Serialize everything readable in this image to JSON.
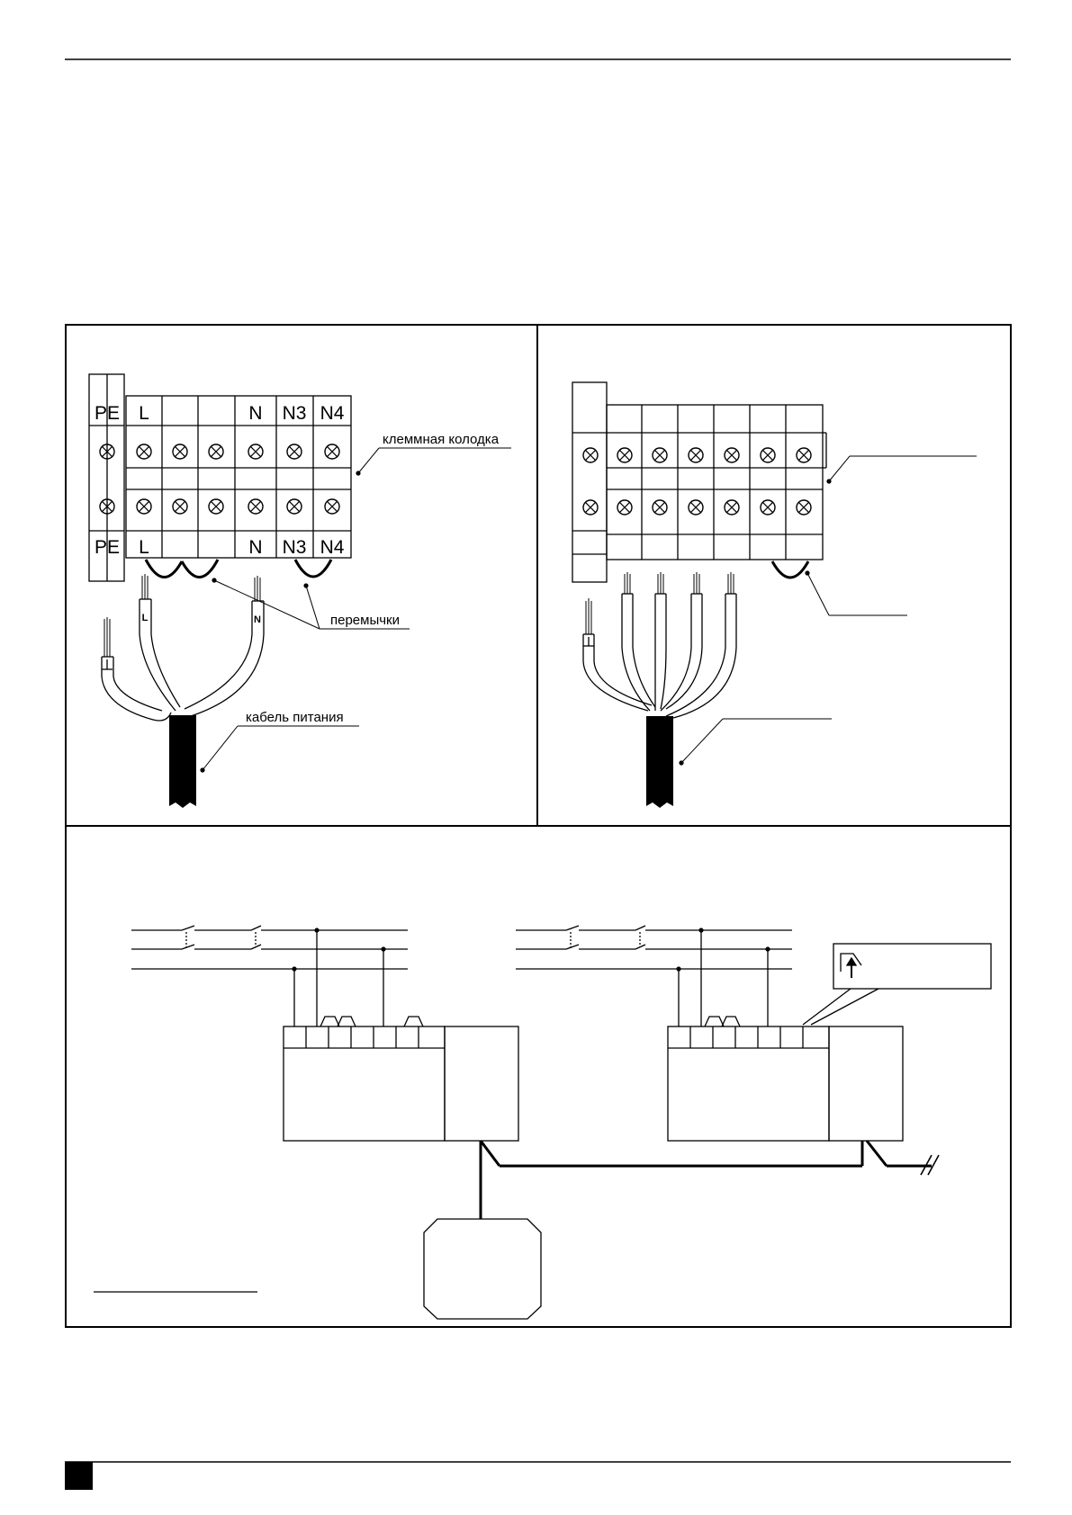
{
  "block1": {
    "top_terminals": [
      "PE",
      "L",
      "",
      "",
      "N",
      "N3",
      "N4"
    ],
    "bottom_terminals": [
      "PE",
      "L",
      "",
      "",
      "N",
      "N3",
      "N4"
    ],
    "wire_labels": {
      "line": "L",
      "neutral": "N"
    },
    "labels": {
      "terminal_block": "клеммная колодка",
      "jumpers": "перемычки",
      "power_cable": "кабель питания"
    }
  },
  "block2": {
    "top_terminals": [
      "",
      "",
      "",
      "",
      "",
      "",
      ""
    ],
    "bottom_terminals": [
      "",
      "",
      "",
      "",
      "",
      "",
      ""
    ]
  },
  "icons": {
    "screw": "screw-icon",
    "ground": "ground-icon",
    "switch": "switch-contact-icon",
    "sensor": "sensor-symbol-icon"
  },
  "colors": {
    "line": "#000000",
    "background": "#ffffff"
  }
}
